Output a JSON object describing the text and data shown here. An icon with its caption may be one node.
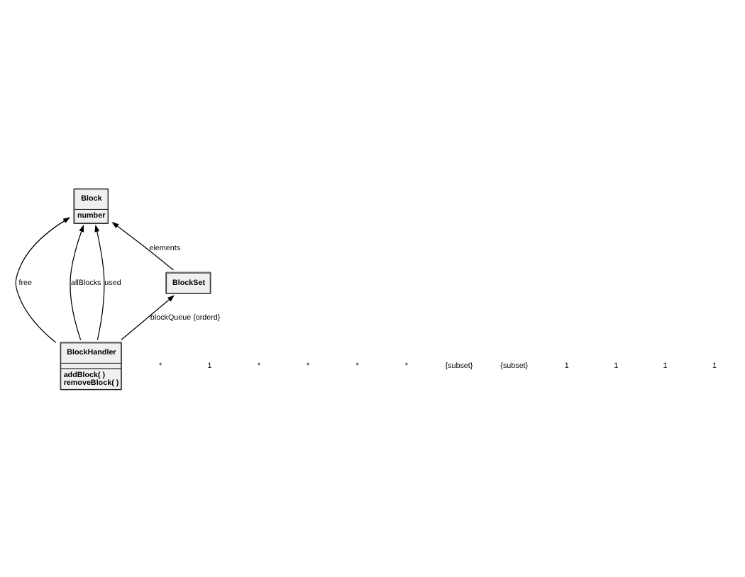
{
  "diagram": {
    "nodes": [
      {
        "text": [
          "Block",
          "number"
        ]
      },
      {
        "text": [
          "BlockSet"
        ]
      },
      {
        "text": [
          "BlockHandler",
          "addBlock( )",
          "removeBlock( )"
        ]
      }
    ],
    "edges": [
      {
        "from": 1,
        "to": 0,
        "arrow": "to",
        "label": "elements"
      },
      {
        "from": 2,
        "to": 0,
        "arrow": "to",
        "label": "free"
      },
      {
        "from": 2,
        "to": 0,
        "arrow": "to",
        "label": "allBlocks"
      },
      {
        "from": 2,
        "to": 0,
        "arrow": "to",
        "label": "used"
      },
      {
        "from": 2,
        "to": 1,
        "arrow": "to",
        "label": "blockQueue {orderd}"
      }
    ],
    "labels": [
      "*",
      "1",
      "*",
      "*",
      "*",
      "*",
      "{subset}",
      "{subset}",
      "1",
      "1",
      "1",
      "1"
    ]
  }
}
